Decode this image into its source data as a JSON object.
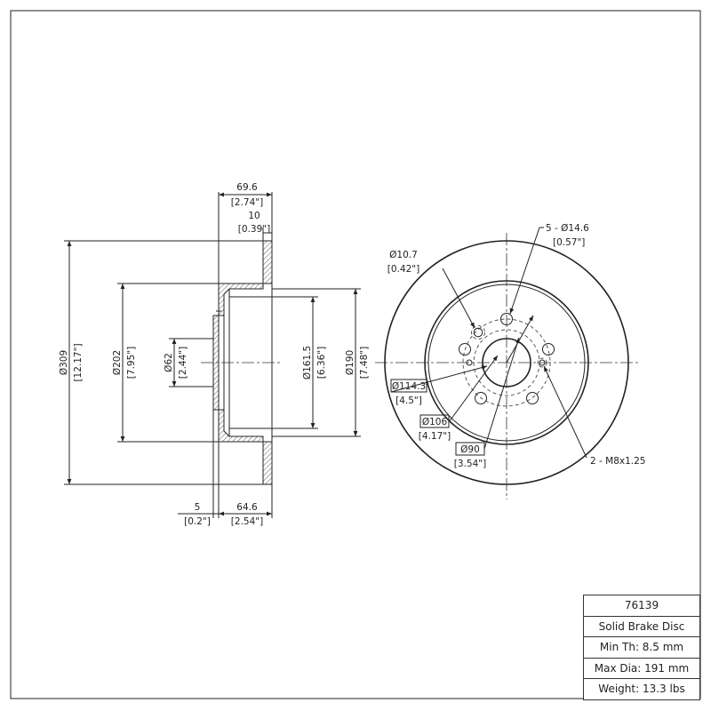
{
  "side_view": {
    "width_overall": "69.6",
    "width_overall_in": "[2.74\"]",
    "disc_thickness": "10",
    "disc_thickness_in": "[0.39\"]",
    "dia_outer": "Ø309",
    "dia_outer_in": "[12.17\"]",
    "dia_hat": "Ø202",
    "dia_hat_in": "[7.95\"]",
    "dia_center": "Ø62",
    "dia_center_in": "[2.44\"]",
    "dia_inner_step": "Ø161.5",
    "dia_inner_step_in": "[6.36\"]",
    "dia_190": "Ø190",
    "dia_190_in": "[7.48\"]",
    "hat_wall": "5",
    "hat_wall_in": "[0.2\"]",
    "hat_depth": "64.6",
    "hat_depth_in": "[2.54\"]"
  },
  "front_view": {
    "bolt_holes": "5 - Ø14.6",
    "bolt_holes_in": "[0.57\"]",
    "small_hole": "Ø10.7",
    "small_hole_in": "[0.42\"]",
    "pcd": "Ø114.3",
    "pcd_in": "[4.5\"]",
    "dia_106": "Ø106",
    "dia_106_in": "[4.17\"]",
    "dia_90": "Ø90",
    "dia_90_in": "[3.54\"]",
    "thread": "2 - M8x1.25"
  },
  "info": {
    "part_number": "76139",
    "type": "Solid Brake Disc",
    "min_th": "Min Th: 8.5 mm",
    "max_dia": "Max Dia: 191 mm",
    "weight": "Weight: 13.3 lbs"
  }
}
